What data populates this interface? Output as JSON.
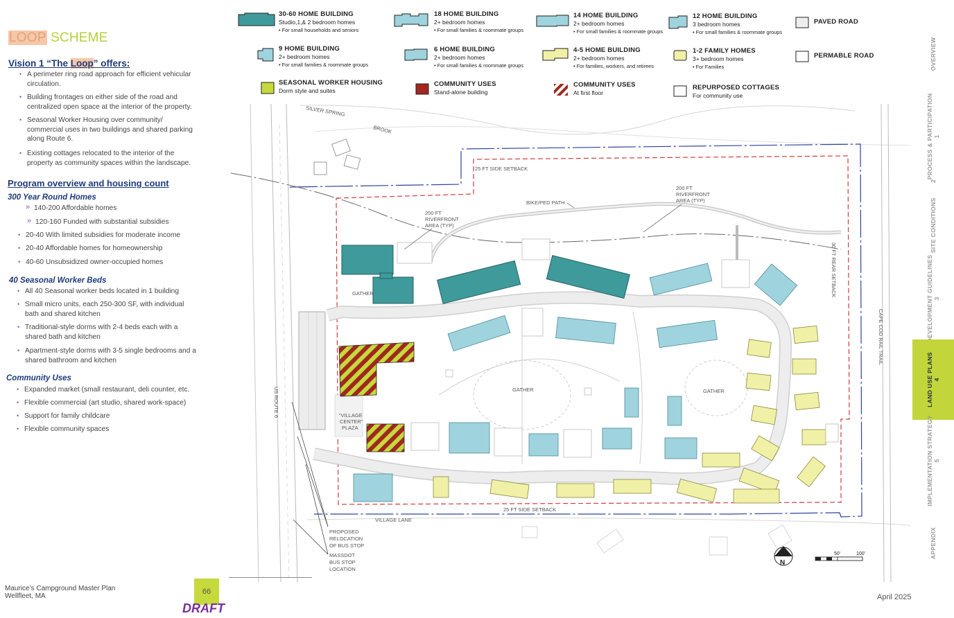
{
  "title": {
    "highlight": "LOOP",
    "rest": " SCHEME"
  },
  "vision": {
    "h_pre": "Vision 1 “The ",
    "h_hl": "Loop",
    "h_post": "” offers:",
    "bullets": [
      "A perimeter ring road approach for efficient vehicular circulation.",
      "Building frontages on either side of the road and centralized open space at the interior of the property.",
      "Seasonal Worker Housing over community/ commercial uses in two buildings and shared parking along Route 6.",
      "Existing cottages relocated to the interior of the property as community spaces within the landscape."
    ]
  },
  "program": {
    "heading": "Program overview and housing count",
    "year_round": {
      "heading": "300 Year Round Homes",
      "sub": [
        "140-200 Affordable homes",
        "120-160 Funded with substantial subsidies"
      ],
      "items": [
        "20-40 With limited subsidies for moderate income",
        "20-40 Affordable homes for homeownership",
        "40-60 Unsubsidized owner-occupied homes"
      ]
    },
    "seasonal": {
      "heading": "40 Seasonal Worker Beds",
      "items": [
        "All 40 Seasonal worker beds located in 1 building",
        "Small micro units, each 250-300 SF, with individual bath and shared kitchen",
        "Traditional-style dorms with 2-4 beds each with a shared bath and kitchen",
        "Apartment-style dorms with 3-5 single bedrooms and a shared bathroom and kitchen"
      ]
    },
    "community": {
      "heading": "Community Uses",
      "items": [
        "Expanded market (small restaurant, deli counter, etc.",
        "Flexible commercial (art studio, shared work-space)",
        "Support for family childcare",
        "Flexible community spaces"
      ]
    }
  },
  "legend": [
    {
      "title": "30-60 HOME BUILDING",
      "desc": "Studio,1,& 2 bedroom homes",
      "note": "• For small households and seniors"
    },
    {
      "title": "18 HOME BUILDING",
      "desc": "2+ bedroom homes",
      "note": "• For small families & roommate groups"
    },
    {
      "title": "14 HOME BUILDING",
      "desc": "2+ bedroom homes",
      "note": "• For small families & roommate groups"
    },
    {
      "title": "12 HOME BUILDING",
      "desc": "3 bedroom homes",
      "note": "• For small families & roommate groups"
    },
    {
      "title": "PAVED ROAD",
      "desc": "",
      "note": ""
    },
    {
      "title": "9 HOME BUILDING",
      "desc": "2+ bedroom homes",
      "note": "• For small families & roommate groups"
    },
    {
      "title": "6 HOME BUILDING",
      "desc": "2+ bedroom homes",
      "note": "• For small families & roommate groups"
    },
    {
      "title": "4-5 HOME BUILDING",
      "desc": "2+ bedroom homes",
      "note": "• For families, workers, and retirees"
    },
    {
      "title": "1-2 FAMILY HOMES",
      "desc": "3+ bedroom homes",
      "note": "• For Families"
    },
    {
      "title": "PERMABLE ROAD",
      "desc": "",
      "note": ""
    },
    {
      "title": "SEASONAL WORKER HOUSING",
      "desc": "Dorm style and suites",
      "note": ""
    },
    {
      "title": "COMMUNITY USES",
      "desc": "Stand-alone building",
      "note": ""
    },
    {
      "title": "COMMUNITY USES",
      "desc": "At first floor",
      "note": ""
    },
    {
      "title": "REPURPOSED COTTAGES",
      "desc": "For community use",
      "note": ""
    }
  ],
  "colors": {
    "teal": "#3f9a9b",
    "light_blue": "#9fd3de",
    "yellow": "#f0f0a6",
    "lime": "#c6d93d",
    "red": "#a0281e",
    "purple": "#7b2e9a",
    "navy": "#1f3b7a",
    "setback_red": "#d23a3a",
    "boundary_blue": "#3040a0"
  },
  "map_labels": {
    "silver_spring": "SILVER SPRING",
    "brook": "BROOK",
    "side_setback_top": "25 FT SIDE SETBACK",
    "side_setback_bottom": "25 FT SIDE SETBACK",
    "riverfront_1": [
      "200 FT",
      "RIVERFRONT",
      "AREA (TYP)"
    ],
    "riverfront_2": [
      "200 FT",
      "RIVERFRONT",
      "AREA (TYP)"
    ],
    "bike_path": "BIKE/PED PATH",
    "rear_setback": "30 FT REAR SETBACK",
    "rail_trail": "CAPE COD RAIL TRAIL",
    "gather": "GATHER",
    "route6": "US ROUTE 6",
    "village_center": [
      "“VILLAGE",
      "CENTER”",
      "PLAZA"
    ],
    "village_lane": "VILLAGE LANE",
    "bus_proposed": [
      "PROPOSED",
      "RELOCATION",
      "OF BUS STOP"
    ],
    "bus_massdot": [
      "MASSDOT",
      "BUS STOP",
      "LOCATION"
    ],
    "north": "N",
    "scale_50": "50'",
    "scale_100": "100'"
  },
  "nav": [
    {
      "label": "OVERVIEW",
      "num": ""
    },
    {
      "label": "PROCESS & PARTICIPATION",
      "num": "1"
    },
    {
      "label": "SITE CONDITIONS",
      "num": "2"
    },
    {
      "label": "DEVELOPMENT GUIDELINES",
      "num": "3"
    },
    {
      "label": "LAND USE PLANS",
      "num": "4"
    },
    {
      "label": "IMPLEMENTATION STRATEGY",
      "num": "5"
    },
    {
      "label": "APPENDIX",
      "num": ""
    }
  ],
  "footer": {
    "line1": "Maurice’s Campground Master Plan",
    "line2": "Wellfleet, MA",
    "page": "66",
    "draft": "DRAFT",
    "date": "April 2025"
  }
}
